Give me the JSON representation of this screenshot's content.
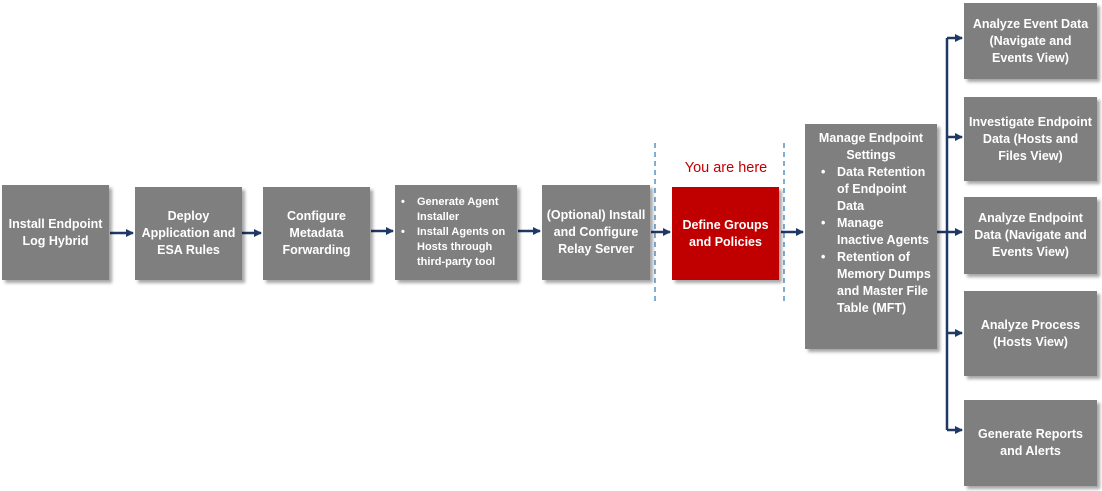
{
  "steps": {
    "install": "Install Endpoint Log Hybrid",
    "deploy": "Deploy Application and ESA Rules",
    "configure_metadata": "Configure Metadata Forwarding",
    "agents": [
      "Generate Agent Installer",
      "Install Agents on Hosts through third-party tool"
    ],
    "relay": "(Optional) Install and Configure Relay Server",
    "define": "Define Groups and Policies",
    "manage_title": "Manage Endpoint Settings",
    "manage_items": [
      "Data Retention of Endpoint Data",
      "Manage Inactive  Agents",
      "Retention of Memory Dumps and Master File Table (MFT)"
    ]
  },
  "marker": "You are here",
  "outcomes": [
    "Analyze Event Data (Navigate and Events View)",
    "Investigate Endpoint Data (Hosts and Files View)",
    "Analyze Endpoint Data (Navigate and Events View)",
    "Analyze Process (Hosts View)",
    "Generate Reports and Alerts"
  ],
  "colors": {
    "box": "#7f7f7f",
    "current": "#c00000",
    "arrow": "#1f3864",
    "divider": "#2e75b6"
  }
}
